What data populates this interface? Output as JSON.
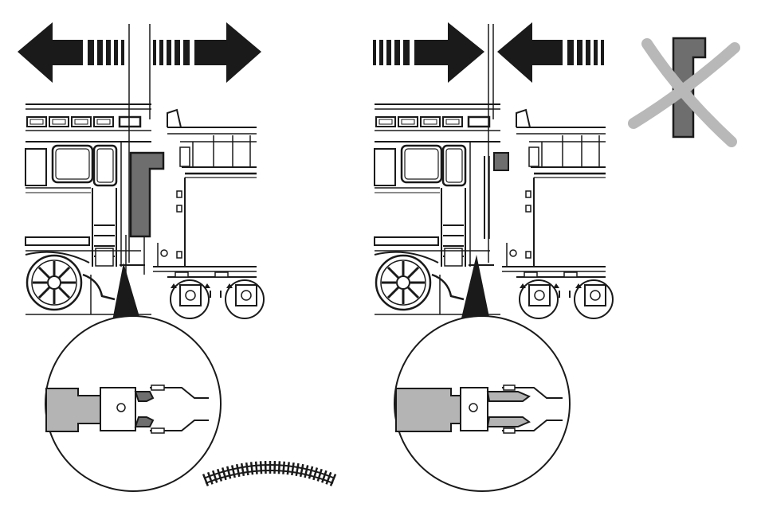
{
  "colors": {
    "ink": "#1a1a1a",
    "part_dark": "#6e6e6e",
    "part_light": "#b4b4b4",
    "cross": "#b8b8b8",
    "paper": "#ffffff"
  },
  "panels": [
    {
      "id": "pull-apart",
      "arrows": "outward",
      "coupler": "extended"
    },
    {
      "id": "push-together",
      "arrows": "inward",
      "coupler": "retracted"
    }
  ],
  "warning": {
    "icon": "crossed-out-coupler-icon"
  },
  "extra": {
    "icon": "curved-track-icon"
  }
}
